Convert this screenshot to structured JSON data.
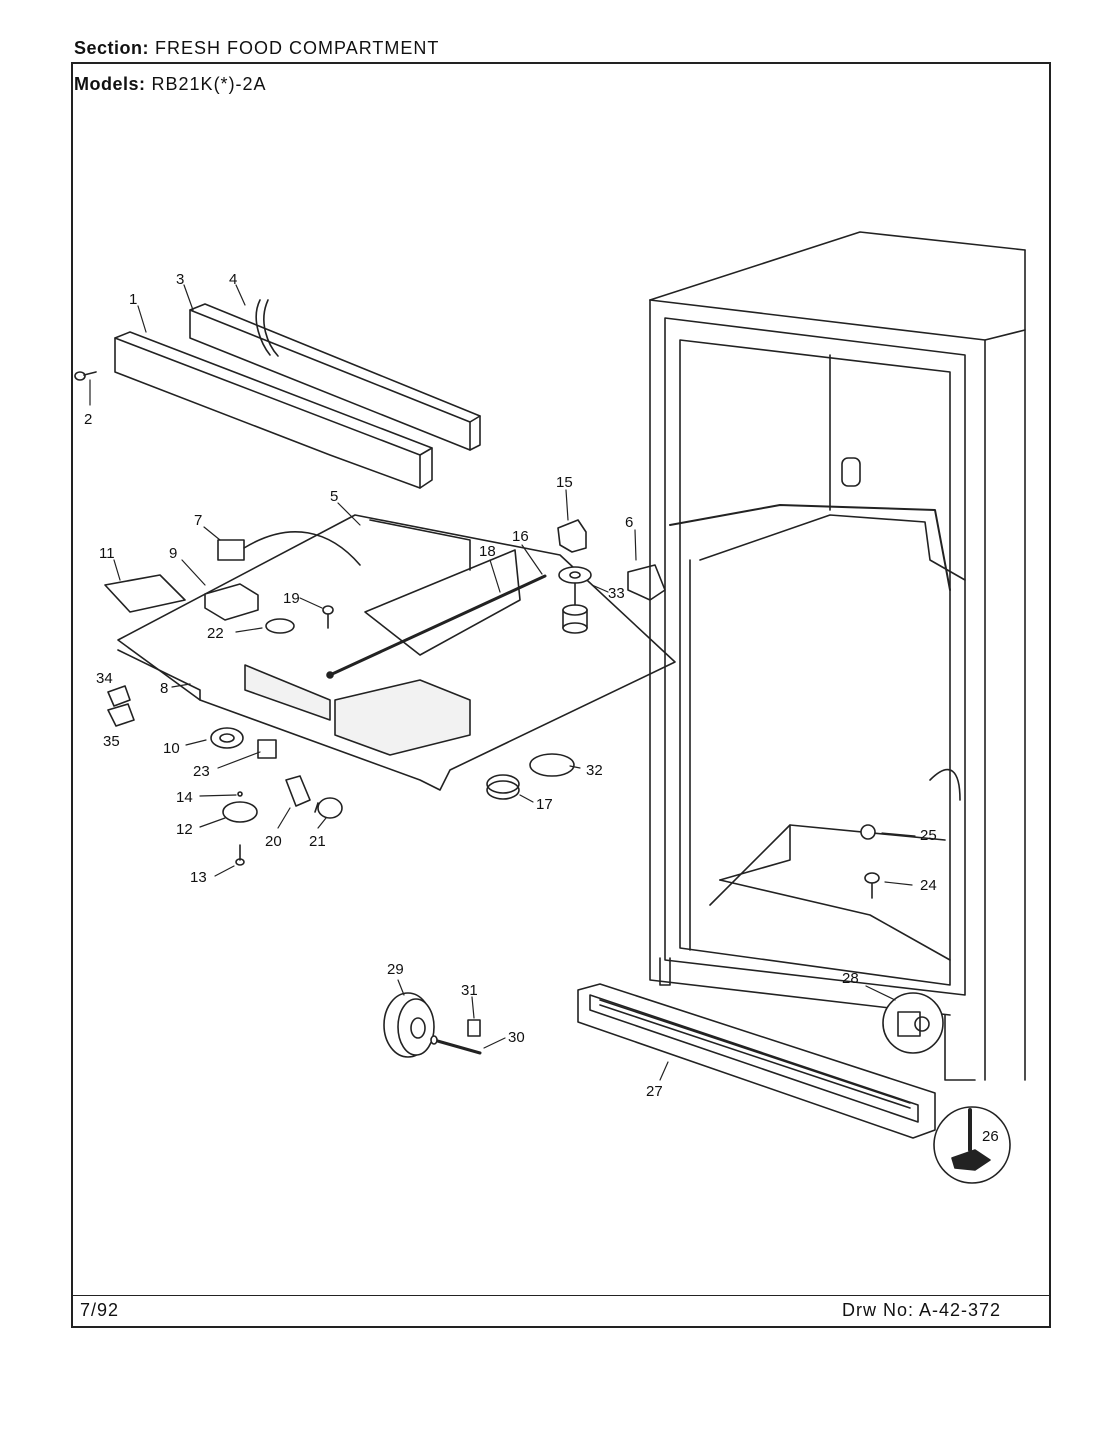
{
  "header": {
    "section_label": "Section:",
    "section_value": "FRESH FOOD COMPARTMENT",
    "models_label": "Models:",
    "models_value": "RB21K(*)-2A"
  },
  "footer": {
    "date": "7/92",
    "drawing_number": "Drw No: A-42-372"
  },
  "callouts": [
    "1",
    "2",
    "3",
    "4",
    "5",
    "6",
    "7",
    "8",
    "9",
    "10",
    "11",
    "12",
    "13",
    "14",
    "15",
    "16",
    "17",
    "18",
    "19",
    "20",
    "21",
    "22",
    "23",
    "24",
    "25",
    "26",
    "27",
    "28",
    "29",
    "30",
    "31",
    "32",
    "33",
    "34",
    "35"
  ],
  "colors": {
    "line": "#222222",
    "paper": "#ffffff",
    "shade": "#d9d9d9"
  }
}
